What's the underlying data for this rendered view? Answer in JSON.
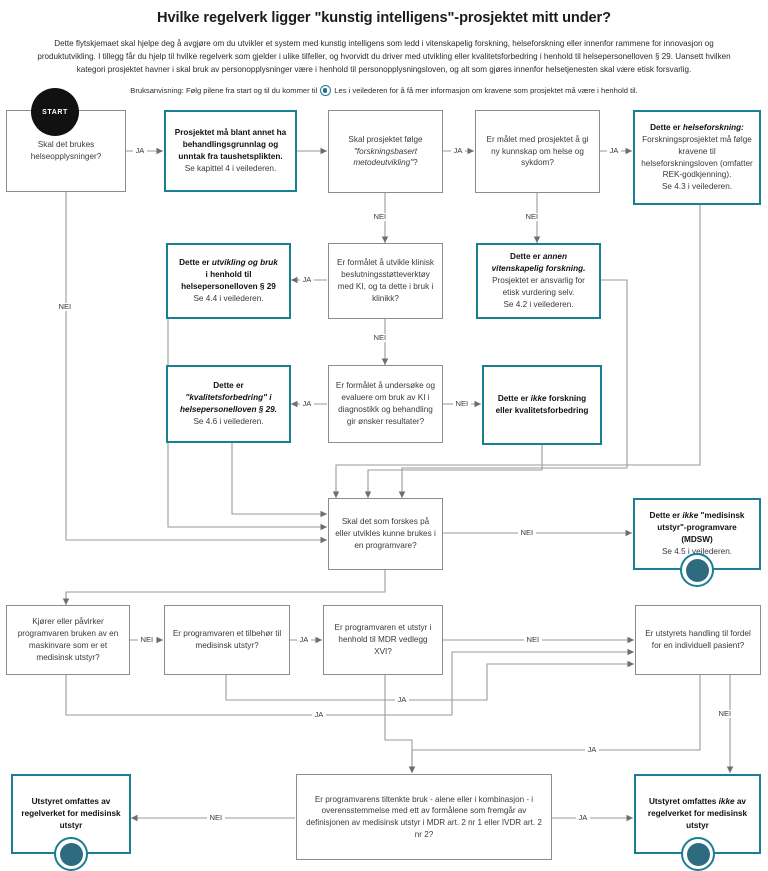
{
  "header": {
    "title": "Hvilke regelverk ligger \"kunstig intelligens\"-prosjektet mitt under?",
    "intro": "Dette flytskjemaet skal hjelpe deg å avgjøre om du utvikler et system med kunstig intelligens som ledd i vitenskapelig forskning, helseforskning eller innenfor rammene for innovasjon og produktutvikling. I tillegg får du hjelp til hvilke regelverk som gjelder i ulike tilfeller, og hvorvidt du driver med utvikling eller kvalitetsforbedring i henhold til helsepersonelloven § 29. Uansett hvilken kategori prosjektet havner i skal bruk av personopplysninger være i henhold til personopplysningsloven, og alt som gjøres innenfor helsetjenesten skal være etisk forsvarlig.",
    "usage_before": "Bruksanvisning: Følg pilene fra start og til du kommer til",
    "usage_after": "Les i veilederen for å få mer informasjon om kravene som prosjektet må være i henhold til."
  },
  "colors": {
    "teal": "#1b7f93",
    "dot_fill": "#2e6b80",
    "box_border": "#8c8c8c",
    "start_fill": "#111111"
  },
  "start": {
    "label": "START"
  },
  "nodes": {
    "q_helseopplysninger": {
      "text": "Skal det brukes helseopplysninger?"
    },
    "r_behandlingsgrunnlag": {
      "strong": "Prosjektet må blant annet ha behandlingsgrunnlag og unntak fra taushetsplikten.",
      "sub": "Se kapittel 4 i veilederen."
    },
    "q_metodeutvikling": {
      "pre": "Skal prosjektet følge",
      "em": "\"forskningsbasert metodeutvikling\"",
      "post": "?"
    },
    "q_ny_kunnskap": {
      "text": "Er målet med prosjektet å gi ny kunnskap om helse og sykdom?"
    },
    "r_helseforskning": {
      "lead": "Dette er",
      "em": "helseforskning:",
      "body": "Forskningsprosjektet må følge kravene til helseforskningsloven (omfatter REK-godkjenning).",
      "sub": "Se 4.3 i veilederen."
    },
    "r_utvikling_bruk": {
      "lead": "Dette er",
      "em": "utvikling og bruk",
      "body": "i henhold til helsepersonelloven § 29",
      "sub": "Se 4.4 i veilederen."
    },
    "q_beslutningsstotte": {
      "text": "Er formålet å utvikle klinisk beslutningsstøtteverktøy med KI, og ta dette i bruk i klinikk?"
    },
    "r_annen_vitenskapelig": {
      "lead": "Dette er",
      "em": "annen vitenskapelig forskning.",
      "body": "Prosjektet er ansvarlig for etisk vurdering selv.",
      "sub": "Se 4.2 i veilederen."
    },
    "r_kvalitetsforbedring": {
      "lead": "Dette er",
      "em": "\"kvalitetsforbedring\" i helsepersonelloven § 29.",
      "sub": "Se 4.6 i veilederen."
    },
    "q_evaluere": {
      "text": "Er formålet å undersøke og evaluere om bruk av KI i diagnostikk og behandling gir ønsker resultater?"
    },
    "r_ikke_forskning": {
      "lead": "Dette er",
      "em": "ikke",
      "post": "forskning eller kvalitetsforbedring"
    },
    "q_programvare": {
      "text": "Skal det som forskes på eller utvikles kunne brukes i en programvare?"
    },
    "r_ikke_mdsw": {
      "lead": "Dette er",
      "em": "ikke",
      "post": "\"medisinsk utstyr\"-programvare (MDSW)",
      "sub": "Se 4.5 i veilederen."
    },
    "q_maskinvare": {
      "text": "Kjører eller påvirker programvaren bruken av en maskinvare som er et medisinsk utstyr?"
    },
    "q_tilbehor": {
      "text": "Er programvaren et tilbehør til medisinsk utstyr?"
    },
    "q_mdr_xvi": {
      "text": "Er programvaren et utstyr i henhold til MDR vedlegg XVI?"
    },
    "q_individuell_pasient": {
      "text": "Er utstyrets handling til fordel for en individuell pasient?"
    },
    "q_tiltenkte_bruk": {
      "text": "Er programvarens tiltenkte bruk - alene eller i kombinasjon - i overensstemmelse med ett av formålene som fremgår av definisjonen av medisinsk utstyr i MDR art. 2 nr 1 eller IVDR art. 2 nr 2?"
    },
    "r_omfattes": {
      "strong": "Utstyret omfattes av regelverket for medisinsk utstyr"
    },
    "r_omfattes_ikke": {
      "lead": "Utstyret omfattes",
      "em": "ikke",
      "post": "av regelverket for medisinsk utstyr"
    }
  },
  "edges": {
    "ja": "JA",
    "nei": "NEI",
    "labels": [
      {
        "id": "e1",
        "text": "JA"
      },
      {
        "id": "e2",
        "text": "JA"
      },
      {
        "id": "e3",
        "text": "JA"
      },
      {
        "id": "e4",
        "text": "NEI"
      },
      {
        "id": "e5",
        "text": "NEI"
      },
      {
        "id": "e6",
        "text": "NEI"
      },
      {
        "id": "e7",
        "text": "JA"
      },
      {
        "id": "e8",
        "text": "NEI"
      },
      {
        "id": "e9",
        "text": "JA"
      },
      {
        "id": "e10",
        "text": "NEI"
      },
      {
        "id": "e11",
        "text": "NEI"
      },
      {
        "id": "e12",
        "text": "NEI"
      },
      {
        "id": "e13",
        "text": "JA"
      },
      {
        "id": "e14",
        "text": "NEI"
      },
      {
        "id": "e15",
        "text": "NEI"
      },
      {
        "id": "e16",
        "text": "JA"
      },
      {
        "id": "e17",
        "text": "JA"
      },
      {
        "id": "e18",
        "text": "JA"
      },
      {
        "id": "e19",
        "text": "NEI"
      },
      {
        "id": "e20",
        "text": "JA"
      },
      {
        "id": "e21",
        "text": "NEI"
      }
    ]
  }
}
